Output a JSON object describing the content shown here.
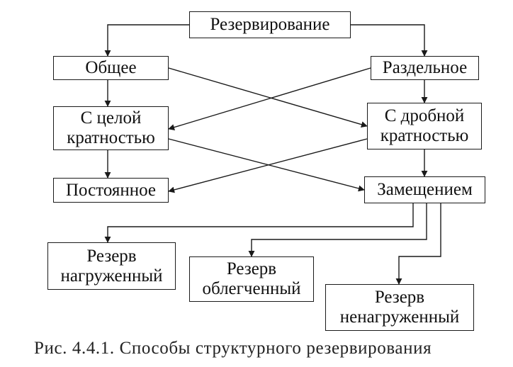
{
  "diagram": {
    "nodes": {
      "root": {
        "lines": [
          "Резервирование"
        ]
      },
      "general": {
        "lines": [
          "Общее"
        ]
      },
      "separate": {
        "lines": [
          "Раздельное"
        ]
      },
      "whole_mult": {
        "lines": [
          "С целой",
          "кратностью"
        ]
      },
      "frac_mult": {
        "lines": [
          "С дробной",
          "кратностью"
        ]
      },
      "permanent": {
        "lines": [
          "Постоянное"
        ]
      },
      "substitution": {
        "lines": [
          "Замещением"
        ]
      },
      "loaded": {
        "lines": [
          "Резерв",
          "нагруженный"
        ]
      },
      "lightened": {
        "lines": [
          "Резерв",
          "облегченный"
        ]
      },
      "unloaded": {
        "lines": [
          "Резерв",
          "ненагруженный"
        ]
      }
    },
    "edges": [
      {
        "from": "root",
        "to": "general"
      },
      {
        "from": "root",
        "to": "separate"
      },
      {
        "from": "general",
        "to": "whole_mult"
      },
      {
        "from": "general",
        "to": "frac_mult"
      },
      {
        "from": "separate",
        "to": "whole_mult"
      },
      {
        "from": "separate",
        "to": "frac_mult"
      },
      {
        "from": "whole_mult",
        "to": "permanent"
      },
      {
        "from": "whole_mult",
        "to": "substitution"
      },
      {
        "from": "frac_mult",
        "to": "permanent"
      },
      {
        "from": "frac_mult",
        "to": "substitution"
      },
      {
        "from": "substitution",
        "to": "loaded"
      },
      {
        "from": "substitution",
        "to": "lightened"
      },
      {
        "from": "substitution",
        "to": "unloaded"
      }
    ]
  },
  "caption": "Рис. 4.4.1. Способы структурного резервирования",
  "colors": {
    "line": "#1a1a1a",
    "text": "#111111"
  }
}
